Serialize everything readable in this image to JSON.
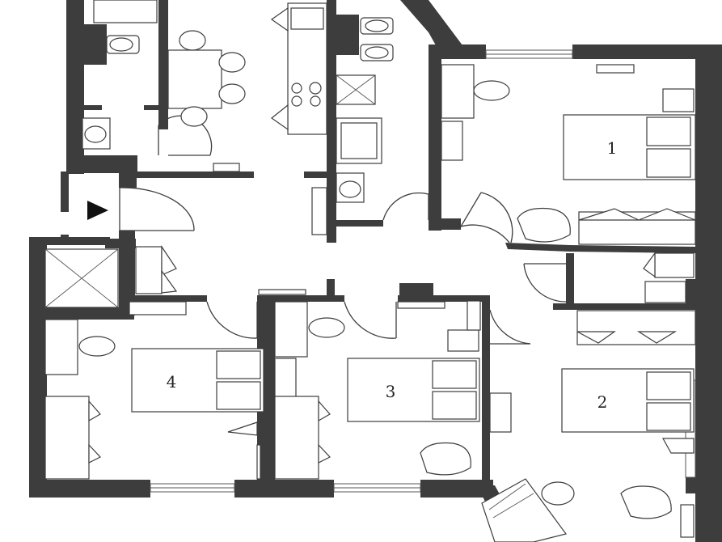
{
  "floor_plan": {
    "rooms": [
      {
        "id": "room-1",
        "label": "1"
      },
      {
        "id": "room-2",
        "label": "2"
      },
      {
        "id": "room-3",
        "label": "3"
      },
      {
        "id": "room-4",
        "label": "4"
      }
    ],
    "entrance_marker": "entrance-arrow-icon",
    "colors": {
      "wall": "#3d3d3d",
      "background": "#ffffff"
    }
  }
}
